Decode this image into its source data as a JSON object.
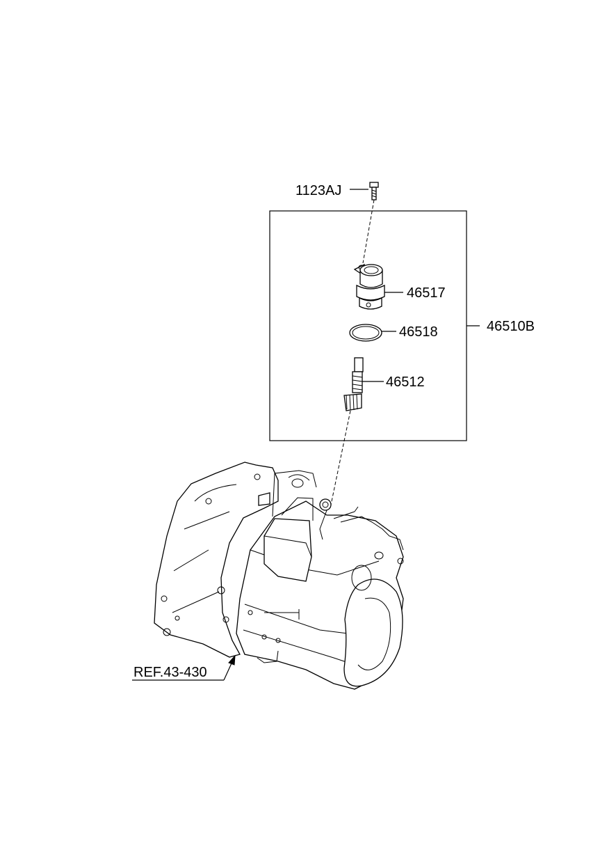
{
  "labels": {
    "bolt": "1123AJ",
    "housing": "46517",
    "oring": "46518",
    "assembly": "46510B",
    "gear": "46512",
    "ref": "REF.43-430"
  }
}
